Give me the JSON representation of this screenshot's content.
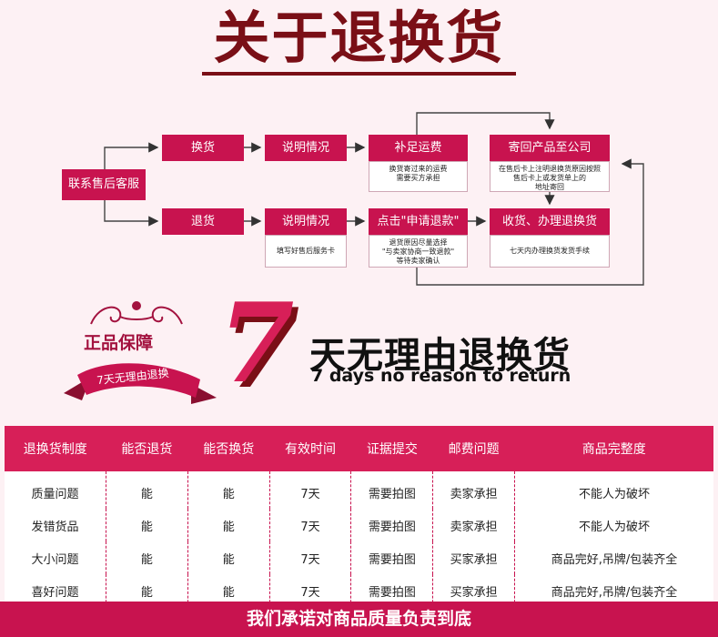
{
  "page": {
    "title": "关于退换货"
  },
  "flow": {
    "start": "联系售后客服",
    "exchange_row": {
      "step1": "换货",
      "step2": "说明情况",
      "step3": "补足运费",
      "step3_note": "换货寄过来的运费\n需要买方承担",
      "step4": "寄回产品至公司",
      "step4_note": "在售后卡上注明退换货原因按照\n售后卡上或发货单上的\n地址寄回"
    },
    "return_row": {
      "step1": "退货",
      "step2": "说明情况",
      "step2_note": "填写好售后服务卡",
      "step3": "点击\"申请退款\"",
      "step3_note": "退货原因尽量选择\n\"与卖家协商一致退款\"\n等待卖家确认",
      "step4": "收货、办理退换货",
      "step4_note": "七天内办理换货发货手续"
    }
  },
  "badge": {
    "guarantee": "正品保障",
    "ribbon": "7天无理由退换"
  },
  "promo": {
    "numeral": "7",
    "headline": "天无理由退换货",
    "subline": "7 days no reason to return"
  },
  "table": {
    "headers": [
      "退换货制度",
      "能否退货",
      "能否换货",
      "有效时间",
      "证据提交",
      "邮费问题",
      "商品完整度"
    ],
    "rows": [
      [
        "质量问题",
        "能",
        "能",
        "7天",
        "需要拍图",
        "卖家承担",
        "不能人为破坏"
      ],
      [
        "发错货品",
        "能",
        "能",
        "7天",
        "需要拍图",
        "卖家承担",
        "不能人为破坏"
      ],
      [
        "大小问题",
        "能",
        "能",
        "7天",
        "需要拍图",
        "买家承担",
        "商品完好,吊牌/包装齐全"
      ],
      [
        "喜好问题",
        "能",
        "能",
        "7天",
        "需要拍图",
        "买家承担",
        "商品完好,吊牌/包装齐全"
      ]
    ]
  },
  "footer": {
    "text": "我们承诺对商品质量负责到底"
  },
  "colors": {
    "brand": "#c8134f",
    "title": "#7a0f16",
    "background": "#fdf1f4"
  }
}
